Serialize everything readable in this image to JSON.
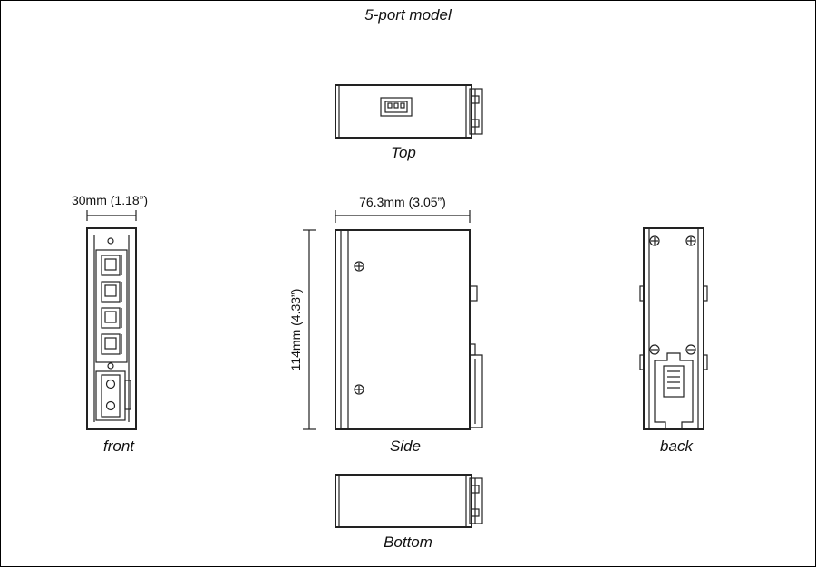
{
  "title": "5-port model",
  "views": {
    "top": "Top",
    "front": "front",
    "side": "Side",
    "back": "back",
    "bottom": "Bottom"
  },
  "dimensions": {
    "width": "30mm (1.18”)",
    "depth": "76.3mm (3.05”)",
    "height": "114mm (4.33”)"
  }
}
